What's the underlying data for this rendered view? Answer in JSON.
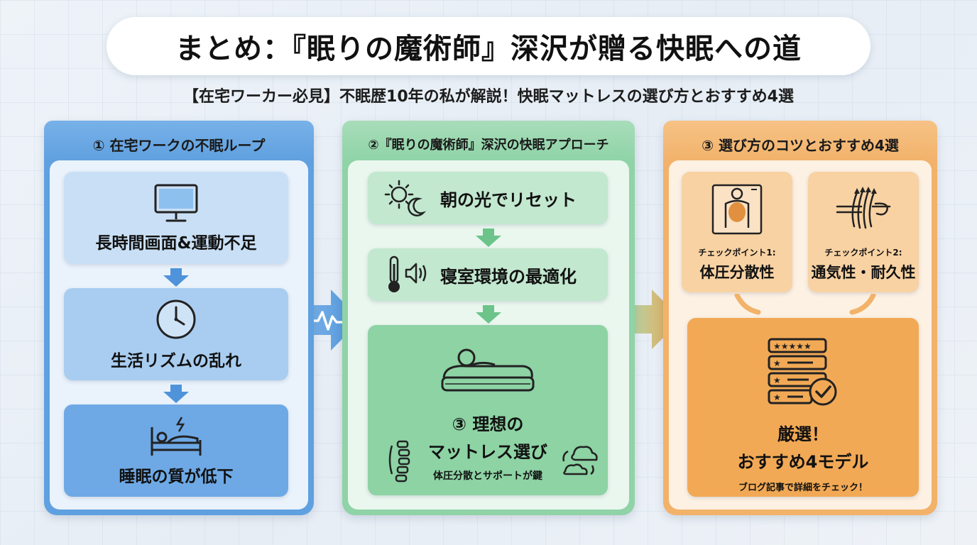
{
  "title": "まとめ：『眠りの魔術師』深沢が贈る快眠への道",
  "subtitle": "【在宅ワーカー必見】不眠歴10年の私が解説！快眠マットレスの選び方とおすすめ4選",
  "colors": {
    "blue": "#5fa0e0",
    "green": "#8fd3a7",
    "orange": "#f2b26a"
  },
  "panel1": {
    "header": "① 在宅ワークの不眠ループ",
    "steps": [
      {
        "icon": "monitor-icon",
        "label": "長時間画面&運動不足"
      },
      {
        "icon": "clock-icon",
        "label": "生活リズムの乱れ"
      },
      {
        "icon": "restless-bed-icon",
        "label": "睡眠の質が低下"
      }
    ]
  },
  "panel2": {
    "header": "②『眠りの魔術師』深沢の快眠アプローチ",
    "steps": [
      {
        "icon": "sun-moon-icon",
        "label": "朝の光でリセット"
      },
      {
        "icon": "thermometer-sound-icon",
        "label": "寝室環境の最適化"
      }
    ],
    "highlight": {
      "icon": "sleeping-mattress-icon",
      "line1": "③ 理想の",
      "line2": "マットレス選び",
      "note": "体圧分散とサポートが鍵"
    }
  },
  "panel3": {
    "header": "③ 選び方のコツとおすすめ4選",
    "checkpoints": [
      {
        "icon": "body-pressure-icon",
        "label": "チェックポイント1:",
        "value": "体圧分散性"
      },
      {
        "icon": "airflow-icon",
        "label": "チェックポイント2:",
        "value": "通気性・耐久性"
      }
    ],
    "result": {
      "icon": "rated-list-icon",
      "line1": "厳選！",
      "line2": "おすすめ4モデル",
      "note": "ブログ記事で詳細をチェック！"
    }
  }
}
